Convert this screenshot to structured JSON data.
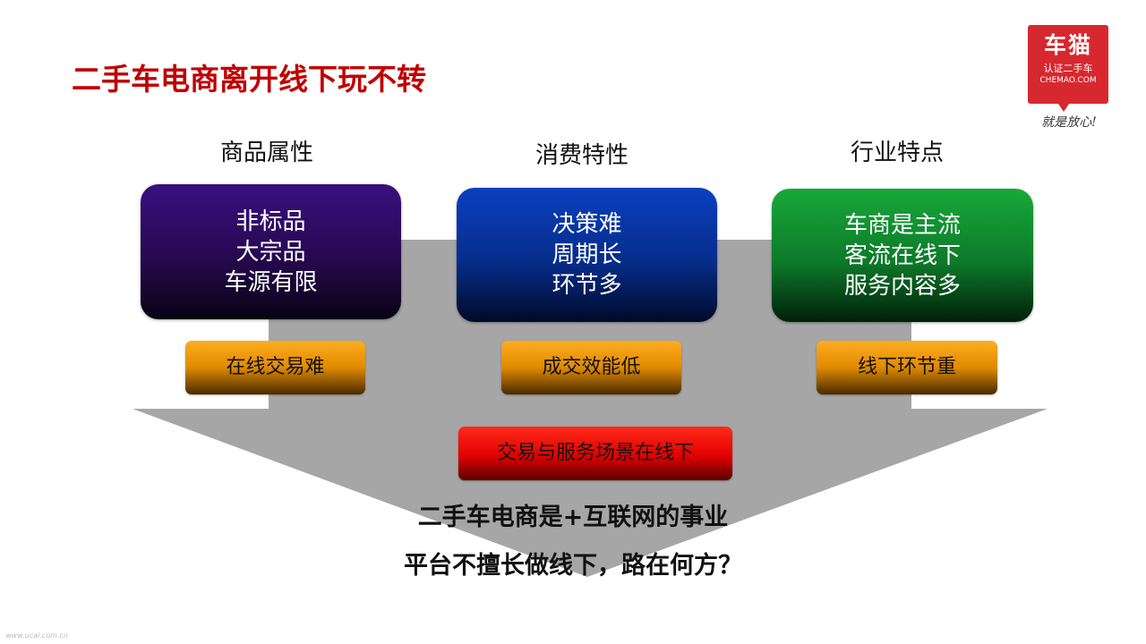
{
  "title": "二手车电商离开线下玩不转",
  "logo": {
    "main": "车猫",
    "sub": "认证二手车",
    "url": "CHEMAO.COM",
    "slogan": "就是放心!"
  },
  "columns": [
    {
      "heading": "商品属性",
      "items": [
        "非标品",
        "大宗品",
        "车源有限"
      ],
      "result": "在线交易难"
    },
    {
      "heading": "消费特性",
      "items": [
        "决策难",
        "周期长",
        "环节多"
      ],
      "result": "成交效能低"
    },
    {
      "heading": "行业特点",
      "items": [
        "车商是主流",
        "客流在线下",
        "服务内容多"
      ],
      "result": "线下环节重"
    }
  ],
  "conclusion": "交易与服务场景在线下",
  "summary": {
    "line1": "二手车电商是+互联网的事业",
    "line2": "平台不擅长做线下，路在何方？"
  },
  "watermark": "www.ucai.com.cn",
  "colors": {
    "title": "#c00000",
    "arrow": "#a6a6a6",
    "logo": "#d7282f",
    "box_purple": "#2a0a60",
    "box_blue": "#0634a0",
    "box_green": "#109030",
    "pill_orange": "#f59e0b",
    "pill_red": "#e00000"
  }
}
